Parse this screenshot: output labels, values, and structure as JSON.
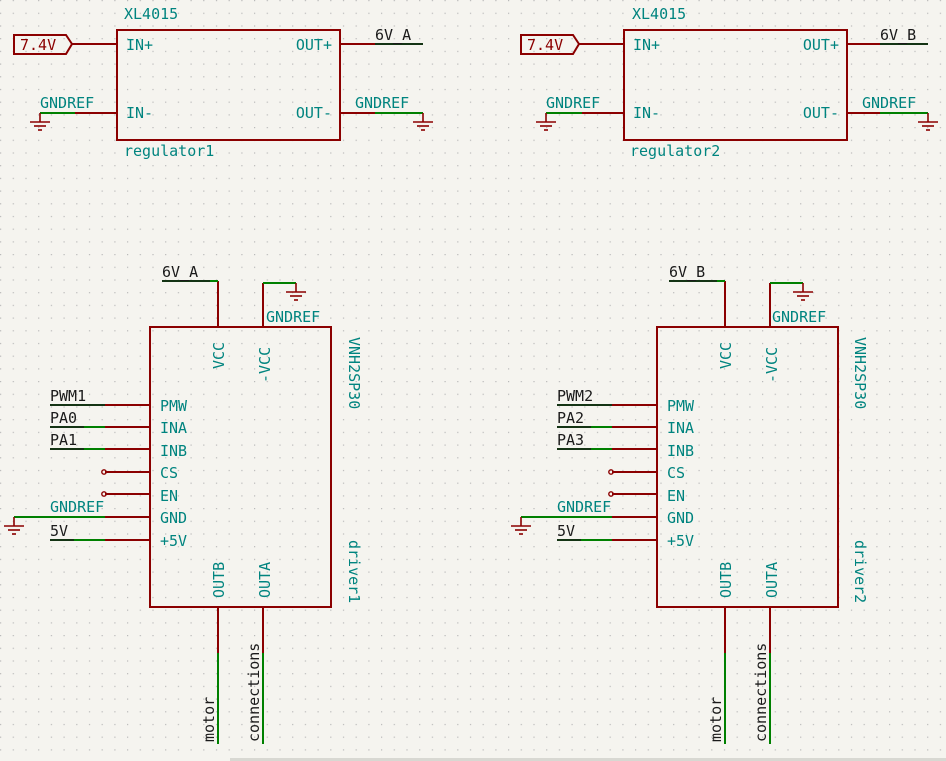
{
  "colors": {
    "background": "#f5f4ef",
    "grid_dot": "#b9b9b9",
    "wire": "#008000",
    "symbol": "#8b0000",
    "pin_text": "#00847f",
    "net_text": "#1a1a1a"
  },
  "regulators": [
    {
      "part": "XL4015",
      "ref": "regulator1",
      "pins": {
        "in_pos": "IN+",
        "in_neg": "IN-",
        "out_pos": "OUT+",
        "out_neg": "OUT-"
      },
      "input_label": "7.4V",
      "output_label": "6V_A",
      "gnd_left": "GNDREF",
      "gnd_right": "GNDREF"
    },
    {
      "part": "XL4015",
      "ref": "regulator2",
      "pins": {
        "in_pos": "IN+",
        "in_neg": "IN-",
        "out_pos": "OUT+",
        "out_neg": "OUT-"
      },
      "input_label": "7.4V",
      "output_label": "6V_B",
      "gnd_left": "GNDREF",
      "gnd_right": "GNDREF"
    }
  ],
  "drivers": [
    {
      "part": "VNH2SP30",
      "ref": "driver1",
      "top_pins": {
        "vcc": "VCC",
        "neg_vcc": "-VCC"
      },
      "left_pins": [
        "PMW",
        "INA",
        "INB",
        "CS",
        "EN",
        "GND",
        "+5V"
      ],
      "bottom_pins": {
        "outb": "OUTB",
        "outa": "OUTA"
      },
      "vcc_net": "6V_A",
      "gnd_net": "GNDREF",
      "left_nets": {
        "pmw": "PWM1",
        "ina": "PA0",
        "inb": "PA1",
        "gnd": "GNDREF",
        "v5": "5V"
      },
      "bottom_nets": {
        "outb": "motor",
        "outa": "connections"
      }
    },
    {
      "part": "VNH2SP30",
      "ref": "driver2",
      "top_pins": {
        "vcc": "VCC",
        "neg_vcc": "-VCC"
      },
      "left_pins": [
        "PMW",
        "INA",
        "INB",
        "CS",
        "EN",
        "GND",
        "+5V"
      ],
      "bottom_pins": {
        "outb": "OUTB",
        "outa": "OUTA"
      },
      "vcc_net": "6V_B",
      "gnd_net": "GNDREF",
      "left_nets": {
        "pmw": "PWM2",
        "ina": "PA2",
        "inb": "PA3",
        "gnd": "GNDREF",
        "v5": "5V"
      },
      "bottom_nets": {
        "outb": "motor",
        "outa": "connections"
      }
    }
  ]
}
